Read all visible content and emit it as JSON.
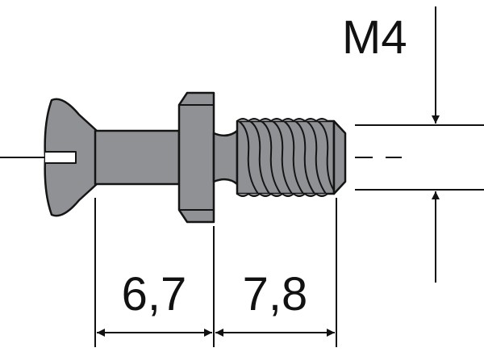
{
  "diagram": {
    "thread_label": "M4",
    "dim_shank": "6,7",
    "dim_thread": "7,8"
  },
  "colors": {
    "part_fill": "#8f9194",
    "part_stroke": "#141414",
    "line": "#111111",
    "background": "#ffffff"
  }
}
